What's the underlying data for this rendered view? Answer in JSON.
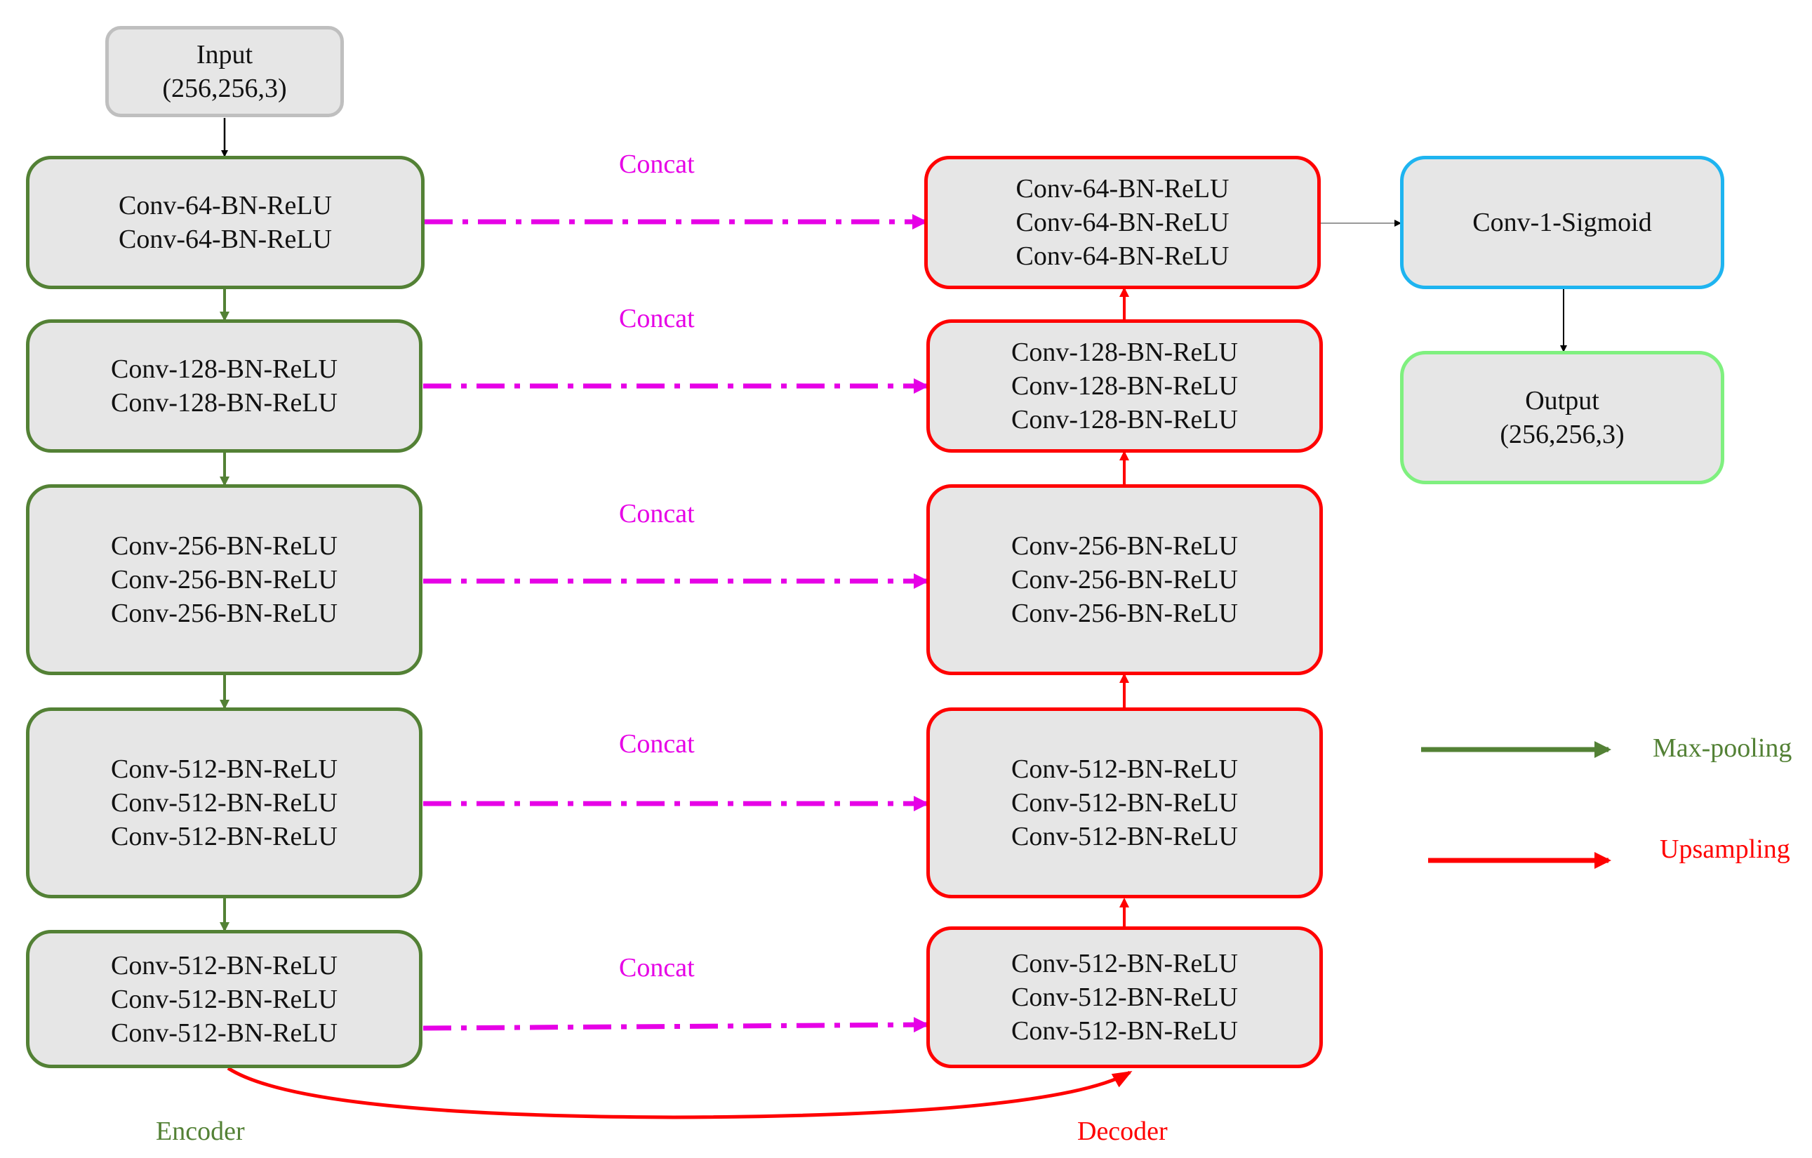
{
  "input": {
    "line1": "Input",
    "line2": "(256,256,3)"
  },
  "encoder_label": "Encoder",
  "decoder_label": "Decoder",
  "concat_label": "Concat",
  "encoder_blocks": [
    [
      "Conv-64-BN-ReLU",
      "Conv-64-BN-ReLU"
    ],
    [
      "Conv-128-BN-ReLU",
      "Conv-128-BN-ReLU"
    ],
    [
      "Conv-256-BN-ReLU",
      "Conv-256-BN-ReLU",
      "Conv-256-BN-ReLU"
    ],
    [
      "Conv-512-BN-ReLU",
      "Conv-512-BN-ReLU",
      "Conv-512-BN-ReLU"
    ],
    [
      "Conv-512-BN-ReLU",
      "Conv-512-BN-ReLU",
      "Conv-512-BN-ReLU"
    ]
  ],
  "decoder_blocks": [
    [
      "Conv-64-BN-ReLU",
      "Conv-64-BN-ReLU",
      "Conv-64-BN-ReLU"
    ],
    [
      "Conv-128-BN-ReLU",
      "Conv-128-BN-ReLU",
      "Conv-128-BN-ReLU"
    ],
    [
      "Conv-256-BN-ReLU",
      "Conv-256-BN-ReLU",
      "Conv-256-BN-ReLU"
    ],
    [
      "Conv-512-BN-ReLU",
      "Conv-512-BN-ReLU",
      "Conv-512-BN-ReLU"
    ],
    [
      "Conv-512-BN-ReLU",
      "Conv-512-BN-ReLU",
      "Conv-512-BN-ReLU"
    ]
  ],
  "final_conv": "Conv-1-Sigmoid",
  "output": {
    "line1": "Output",
    "line2": "(256,256,3)"
  },
  "legend": {
    "maxpool": {
      "label": "Max-pooling",
      "color": "#538135"
    },
    "upsample": {
      "label": "Upsampling",
      "color": "#ff0000"
    }
  },
  "colors": {
    "encoder_border": "#538135",
    "decoder_border": "#ff0000",
    "concat": "#e600e6",
    "input_border": "#bfbfbf",
    "sigmoid_border": "#1eb4f0",
    "output_border": "#7ff07f",
    "box_fill": "#e6e6e6"
  }
}
